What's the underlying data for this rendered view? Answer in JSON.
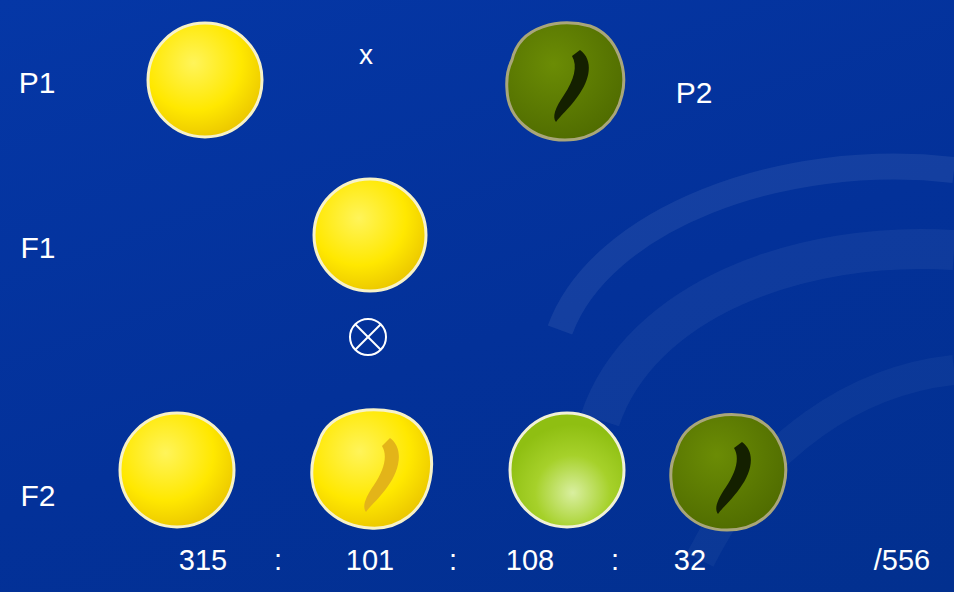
{
  "diagram": {
    "labels": [
      "P1",
      "x",
      "P2",
      "F1",
      "F2",
      "315",
      ":",
      "101",
      ":",
      "108",
      ":",
      "32",
      "/556"
    ]
  }
}
